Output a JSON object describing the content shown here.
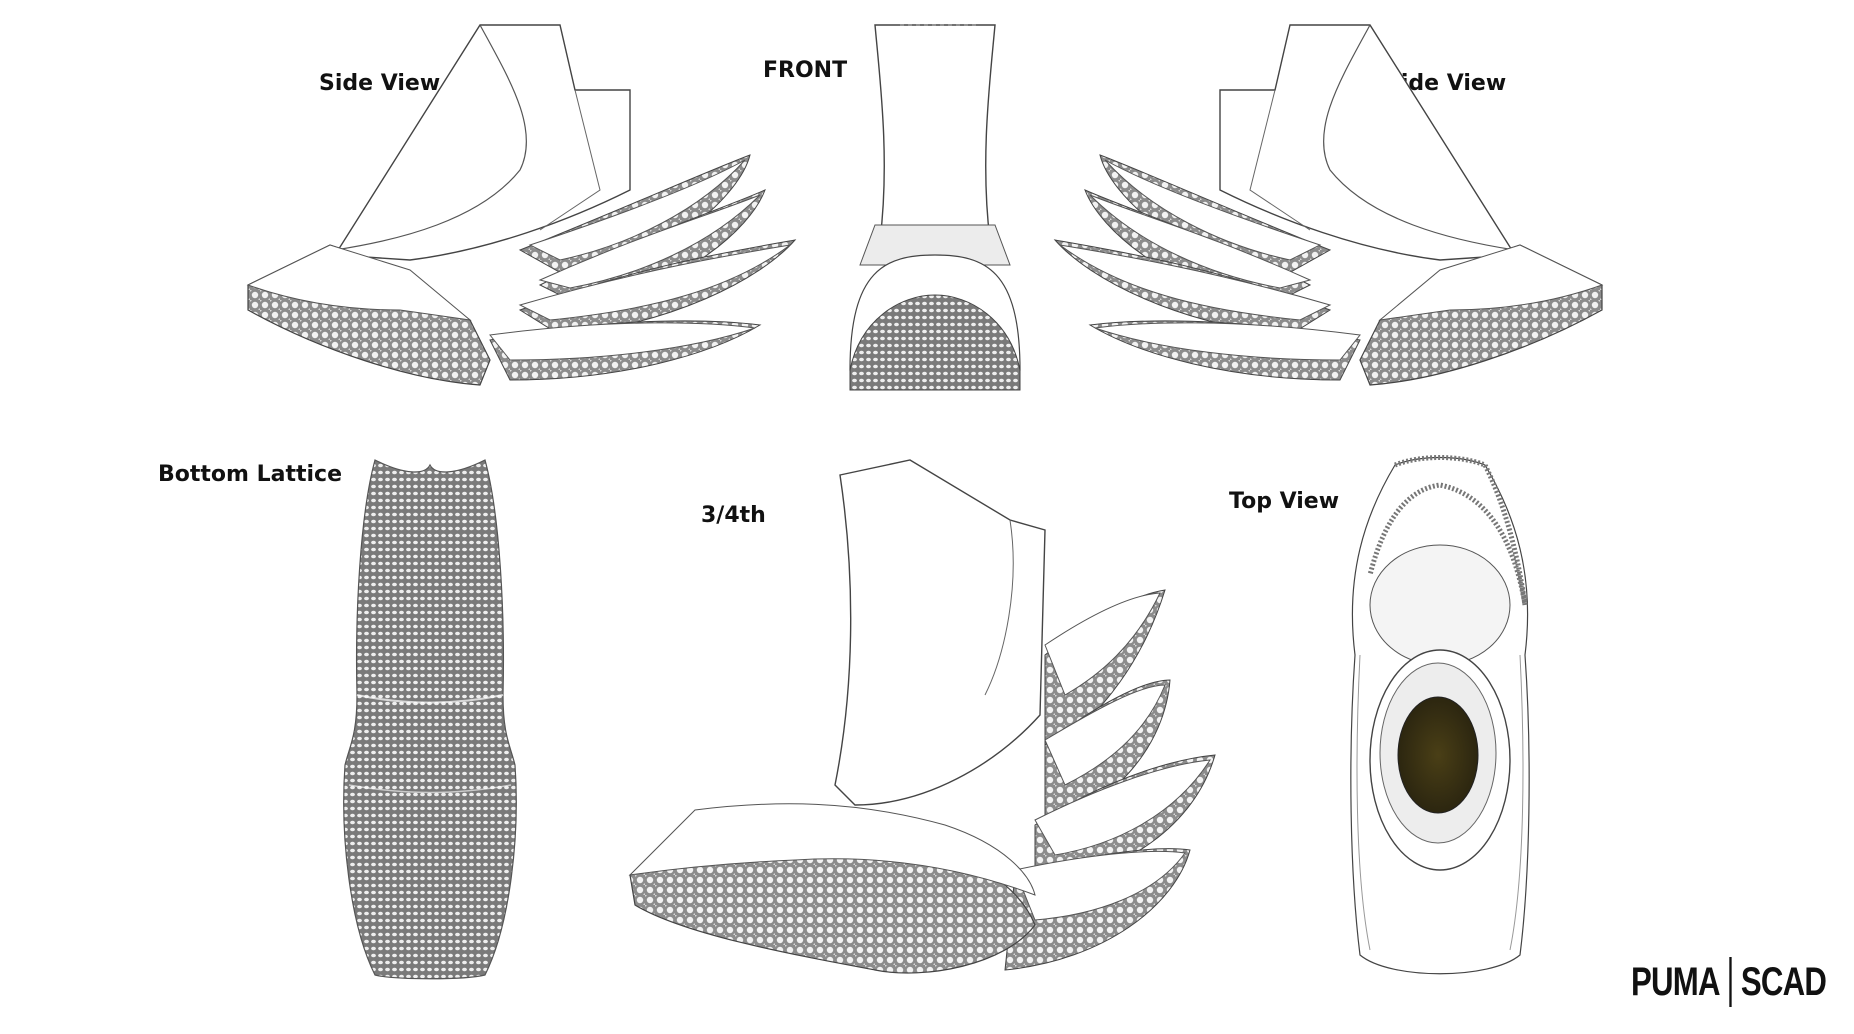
{
  "labels": {
    "side_left": "Side View",
    "front": "FRONT",
    "side_right": "Side View",
    "bottom": "Bottom Lattice",
    "three_quarter": "3/4th",
    "top": "Top View"
  },
  "brand": {
    "left": "PUMA",
    "right": "SCAD"
  },
  "colors": {
    "lattice": "#9a9a9a",
    "lattice_dark": "#555555",
    "shell": "#ffffff",
    "outline": "#444444",
    "opening": "#3b3316"
  }
}
